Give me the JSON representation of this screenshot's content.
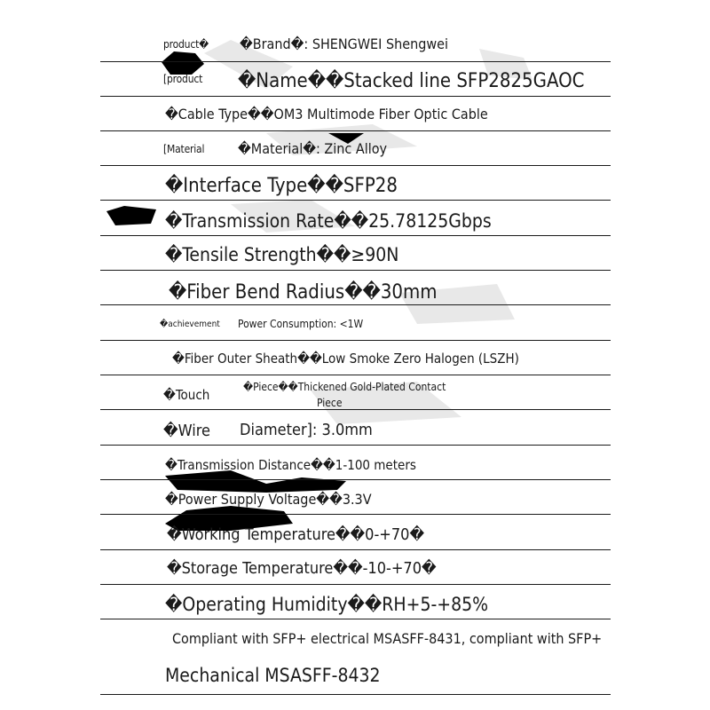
{
  "rows": {
    "brand": {
      "tag": "product�",
      "text": "�Brand�: SHENGWEI Shengwei"
    },
    "name": {
      "tag": "[product",
      "text": "�Name��Stacked line SFP2825GAOC"
    },
    "cable_type": {
      "text": "�Cable Type��OM3 Multimode Fiber Optic Cable"
    },
    "material": {
      "tag": "[Material",
      "text": "�Material�: Zinc Alloy"
    },
    "interface_type": {
      "text": "�Interface Type��SFP28"
    },
    "transmission_rate": {
      "text": "�Transmission Rate��25.78125Gbps"
    },
    "tensile_strength": {
      "text": "�Tensile Strength��≥90N"
    },
    "fiber_bend_radius": {
      "text": "�Fiber Bend Radius��30mm"
    },
    "power_consumption": {
      "tag": "�achievement",
      "text": "Power Consumption: <1W"
    },
    "outer_sheath": {
      "text": "�Fiber Outer Sheath��Low Smoke Zero Halogen (LSZH)"
    },
    "contact_piece": {
      "tag": "�Touch",
      "line1": "�Piece��Thickened Gold-Plated Contact",
      "line2": "Piece"
    },
    "wire_diameter": {
      "tag": "�Wire",
      "text": "Diameter]: 3.0mm"
    },
    "transmission_distance": {
      "text": "�Transmission Distance��1-100 meters"
    },
    "power_supply_voltage": {
      "text": "�Power Supply Voltage��3.3V"
    },
    "working_temperature": {
      "text": "�Working Temperature��0-+70�"
    },
    "storage_temperature": {
      "text": "�Storage Temperature��-10-+70�"
    },
    "operating_humidity": {
      "text": "�Operating Humidity��RH+5-+85%"
    },
    "compliance": {
      "line1": "Compliant with SFP+ electrical MSASFF-8431, compliant with SFP+",
      "line2": "Mechanical MSASFF-8432"
    }
  },
  "colors": {
    "text": "#1a1a1a",
    "rule": "#1a1a1a",
    "blob_dark": "#000000",
    "blob_light": "#cfcfcf"
  }
}
